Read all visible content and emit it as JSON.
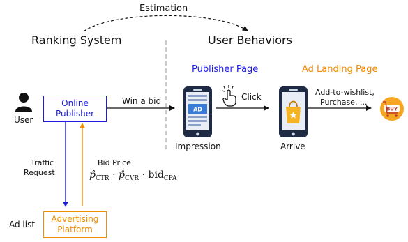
{
  "header": {
    "estimation": "Estimation",
    "ranking_system": "Ranking System",
    "user_behaviors": "User Behaviors"
  },
  "stages": {
    "publisher_page": "Publisher Page",
    "ad_landing_page": "Ad Landing Page"
  },
  "nodes": {
    "user": "User",
    "online_publisher_line1": "Online",
    "online_publisher_line2": "Publisher",
    "advertising_platform_line1": "Advertising",
    "advertising_platform_line2": "Platform",
    "ad_list": "Ad list",
    "impression": "Impression",
    "arrive": "Arrive"
  },
  "edges": {
    "win_a_bid": "Win a bid",
    "click": "Click",
    "traffic_request_line1": "Traffic",
    "traffic_request_line2": "Request",
    "bid_price": "Bid Price",
    "outcomes_line1": "Add-to-wishlist,",
    "outcomes_line2": "Purchase, ..."
  },
  "formula": {
    "p": "p̂",
    "ctr": "CTR",
    "cvr": "CVR",
    "bid": "bid",
    "cpa": "CPA",
    "dot": "·"
  },
  "phone_ad_label": "AD",
  "buy_label": "BUY",
  "icons": [
    "user-icon",
    "click-hand-icon",
    "phone-ad-icon",
    "phone-shopping-bag-icon",
    "buy-cart-icon"
  ],
  "colors": {
    "publisher_blue": "#1c1ce0",
    "platform_orange": "#f08c00",
    "phone_dark": "#1f2a44",
    "ad_screen": "#3a7bd5",
    "buy_badge": "#f5a623"
  }
}
